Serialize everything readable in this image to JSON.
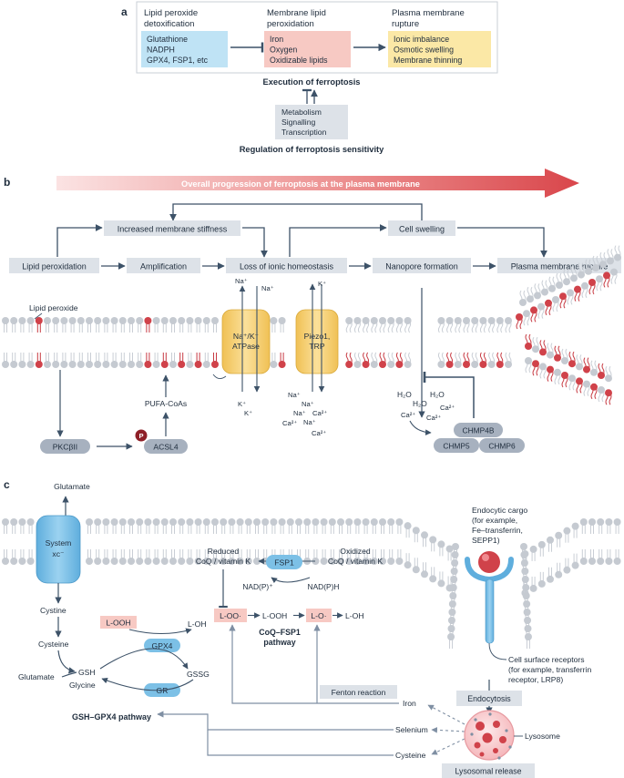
{
  "panel_a": {
    "letter": "a",
    "col1_title_1": "Lipid peroxide",
    "col1_title_2": "detoxification",
    "col1_items": [
      "Glutathione",
      "NADPH",
      "GPX4, FSP1, etc"
    ],
    "col2_title_1": "Membrane lipid",
    "col2_title_2": "peroxidation",
    "col2_items": [
      "Iron",
      "Oxygen",
      "Oxidizable lipids"
    ],
    "col3_title_1": "Plasma membrane",
    "col3_title_2": "rupture",
    "col3_items": [
      "Ionic imbalance",
      "Osmotic swelling",
      "Membrane thinning"
    ],
    "execution": "Execution of ferroptosis",
    "regulators": [
      "Metabolism",
      "Signalling",
      "Transcription"
    ],
    "regulation": "Regulation of ferroptosis sensitivity"
  },
  "panel_b": {
    "letter": "b",
    "progression": "Overall progression of ferroptosis at the plasma membrane",
    "stiffness": "Increased membrane stiffness",
    "swelling": "Cell swelling",
    "lipid_peroxidation": "Lipid peroxidation",
    "amplification": "Amplification",
    "loss_ionic": "Loss of ionic homeostasis",
    "nanopore": "Nanopore formation",
    "rupture": "Plasma membrane rupture",
    "lipid_peroxide": "Lipid peroxide",
    "atpase_1": "Na⁺/K⁺",
    "atpase_2": "ATPase",
    "piezo_1": "Piezo1,",
    "piezo_2": "TRP",
    "pkc": "PKCβII",
    "p": "P",
    "acsl4": "ACSL4",
    "pufa": "PUFA-CoAs",
    "chmp4b": "CHMP4B",
    "chmp5": "CHMP5",
    "chmp6": "CHMP6",
    "na": "Na⁺",
    "k": "K⁺",
    "h2o": "H₂O",
    "ca": "Ca²⁺"
  },
  "panel_c": {
    "letter": "c",
    "glutamate_top": "Glutamate",
    "system": "System",
    "xc": "xᴄ⁻",
    "cystine": "Cystine",
    "cysteine": "Cysteine",
    "glutamate_low": "Glutamate",
    "glycine": "Glycine",
    "gsh": "GSH",
    "gssg": "GSSG",
    "looh_box": "L-OOH",
    "loh": "L-OH",
    "gpx4": "GPX4",
    "gr": "GR",
    "gsh_pathway": "GSH–GPX4 pathway",
    "reduced_1": "Reduced",
    "reduced_2": "CoQ / vitamin K",
    "oxidized_1": "Oxidized",
    "oxidized_2": "CoQ / vitamin K",
    "fsp1": "FSP1",
    "nadp": "NAD(P)⁺",
    "nadph": "NAD(P)H",
    "loo": "L-OO·",
    "looh_mid": "L-OOH",
    "lo": "L-O·",
    "loh2": "L-OH",
    "coq_pathway_1": "CoQ–FSP1",
    "coq_pathway_2": "pathway",
    "fenton": "Fenton reaction",
    "iron": "Iron",
    "selenium": "Selenium",
    "cysteine2": "Cysteine",
    "cargo": [
      "Endocytic cargo",
      "(for example,",
      "Fe–transferrin,",
      "SEPP1)"
    ],
    "receptors": [
      "Cell surface receptors",
      "(for example, transferrin",
      "receptor, LRP8)"
    ],
    "endocytosis": "Endocytosis",
    "lysosome": "Lysosome",
    "release": "Lysosomal release"
  },
  "colors": {
    "blue_box": "#bfe3f5",
    "red_box": "#f7c9c3",
    "yellow_box": "#fbe8a6",
    "grey_box": "#dde2e8",
    "arrow": "#3d5268",
    "lipid_head": "#c5cad1",
    "lipid_red": "#d0424a",
    "protein_yellow": "#f6cf6d",
    "protein_blue": "#7cc0e6",
    "enzyme_grey": "#a7b1bf"
  }
}
